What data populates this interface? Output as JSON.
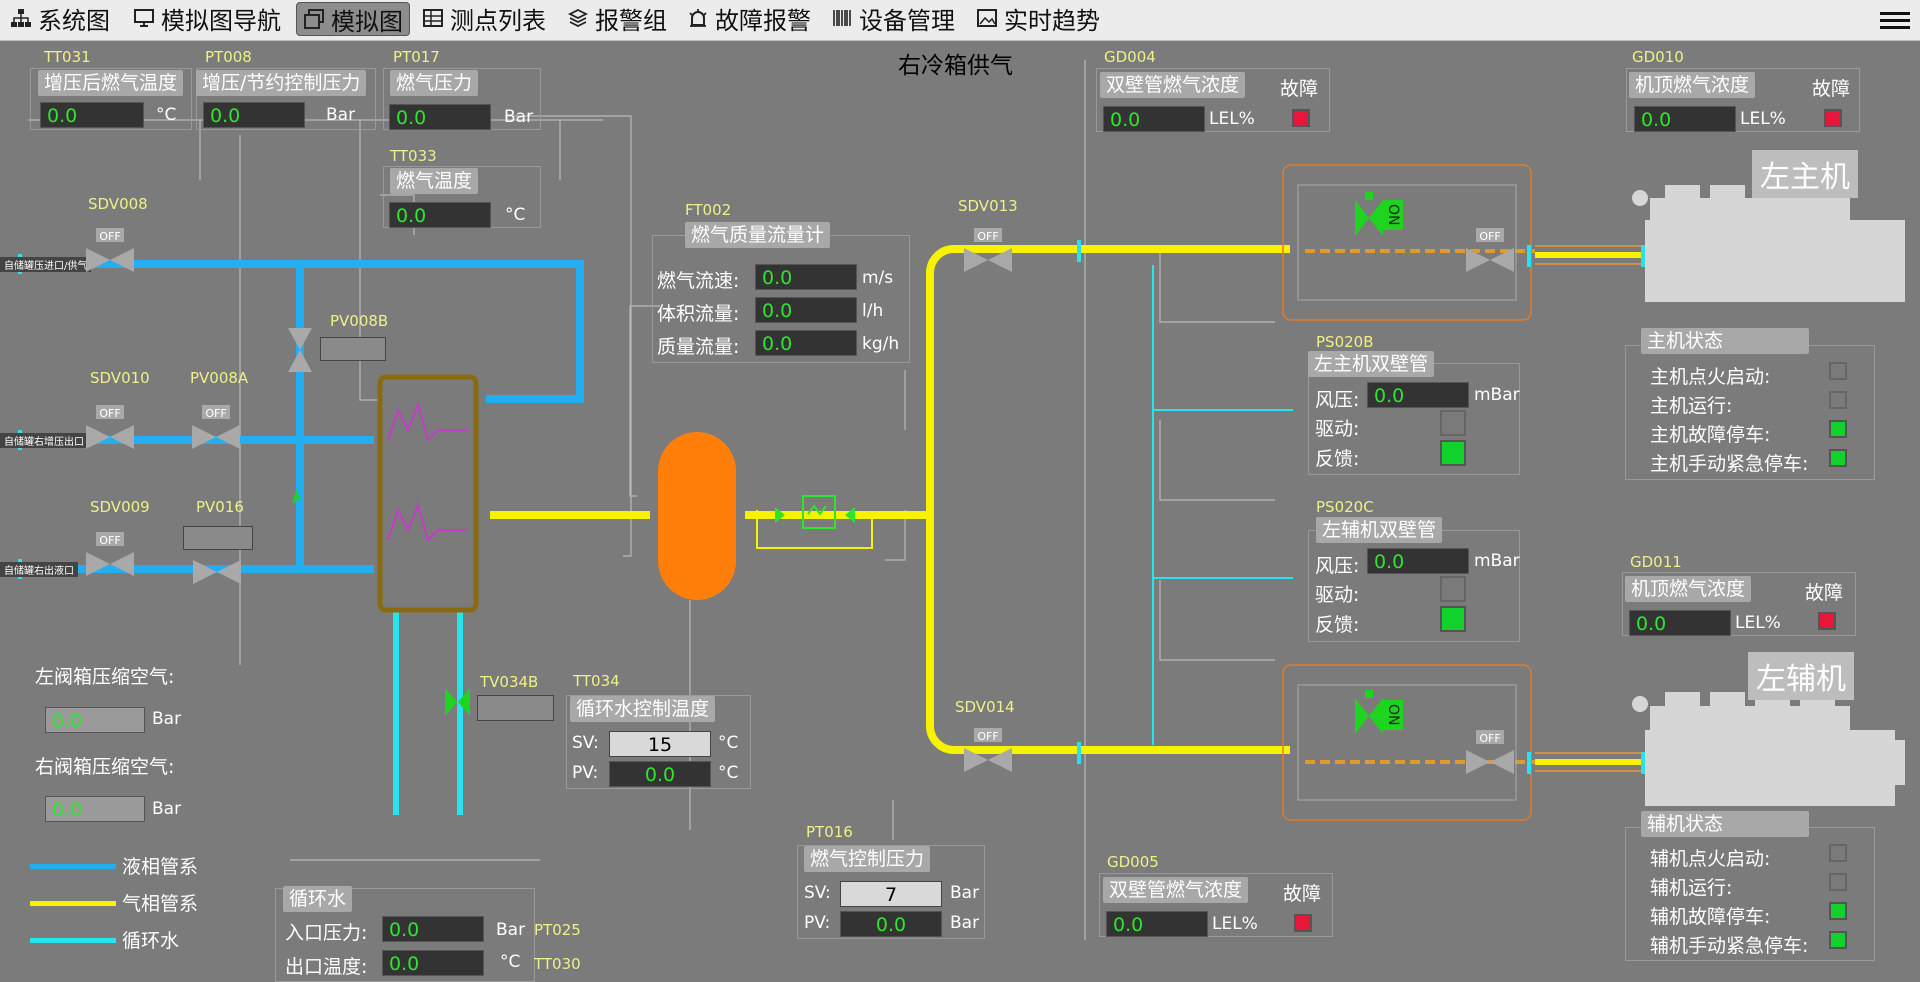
{
  "nav": {
    "items": [
      {
        "label": "系统图",
        "icon": "hierarchy-icon"
      },
      {
        "label": "模拟图导航",
        "icon": "monitor-icon"
      },
      {
        "label": "模拟图",
        "icon": "windows-icon",
        "active": true
      },
      {
        "label": "测点列表",
        "icon": "table-icon"
      },
      {
        "label": "报警组",
        "icon": "layers-icon"
      },
      {
        "label": "故障报警",
        "icon": "alarm-icon"
      },
      {
        "label": "设备管理",
        "icon": "barcode-icon"
      },
      {
        "label": "实时趋势",
        "icon": "image-icon"
      }
    ]
  },
  "page_title": "右冷箱供气",
  "instruments": {
    "tt031": {
      "tag": "TT031",
      "label": "增压后燃气温度",
      "value": "0.0",
      "unit": "°C"
    },
    "pt008": {
      "tag": "PT008",
      "label": "增压/节约控制压力",
      "value": "0.0",
      "unit": "Bar"
    },
    "pt017": {
      "tag": "PT017",
      "label": "燃气压力",
      "value": "0.0",
      "unit": "Bar"
    },
    "tt033": {
      "tag": "TT033",
      "label": "燃气温度",
      "value": "0.0",
      "unit": "°C"
    },
    "ft002": {
      "tag": "FT002",
      "label": "燃气质量流量计",
      "rows": [
        {
          "label": "燃气流速:",
          "value": "0.0",
          "unit": "m/s"
        },
        {
          "label": "体积流量:",
          "value": "0.0",
          "unit": "l/h"
        },
        {
          "label": "质量流量:",
          "value": "0.0",
          "unit": "kg/h"
        }
      ]
    },
    "tt034": {
      "tag": "TT034",
      "label": "循环水控制温度",
      "sv_label": "SV:",
      "sv": "15",
      "pv_label": "PV:",
      "pv": "0.0",
      "unit": "°C"
    },
    "pt016": {
      "tag": "PT016",
      "label": "燃气控制压力",
      "sv_label": "SV:",
      "sv": "7",
      "pv_label": "PV:",
      "pv": "0.0",
      "unit": "Bar"
    },
    "circ": {
      "label": "循环水",
      "rows": [
        {
          "label": "入口压力:",
          "value": "0.0",
          "unit": "Bar",
          "tag": "PT025"
        },
        {
          "label": "出口温度:",
          "value": "0.0",
          "unit": "°C",
          "tag": "TT030"
        }
      ]
    },
    "gd004": {
      "tag": "GD004",
      "label": "双壁管燃气浓度",
      "fault": "故障",
      "value": "0.0",
      "unit": "LEL%"
    },
    "gd010": {
      "tag": "GD010",
      "label": "机顶燃气浓度",
      "fault": "故障",
      "value": "0.0",
      "unit": "LEL%"
    },
    "gd011": {
      "tag": "GD011",
      "label": "机顶燃气浓度",
      "fault": "故障",
      "value": "0.0",
      "unit": "LEL%"
    },
    "gd005": {
      "tag": "GD005",
      "label": "双壁管燃气浓度",
      "fault": "故障",
      "value": "0.0",
      "unit": "LEL%"
    },
    "ps020b": {
      "tag": "PS020B",
      "label": "左主机双壁管",
      "press_label": "风压:",
      "value": "0.0",
      "unit": "mBar",
      "drive": "驱动:",
      "feedback": "反馈:"
    },
    "ps020c": {
      "tag": "PS020C",
      "label": "左辅机双壁管",
      "press_label": "风压:",
      "value": "0.0",
      "unit": "mBar",
      "drive": "驱动:",
      "feedback": "反馈:"
    }
  },
  "valves": {
    "sdv008": {
      "tag": "SDV008",
      "state": "OFF"
    },
    "sdv010": {
      "tag": "SDV010",
      "state": "OFF"
    },
    "sdv009": {
      "tag": "SDV009",
      "state": "OFF"
    },
    "pv008a": {
      "tag": "PV008A",
      "state": "OFF"
    },
    "pv016": {
      "tag": "PV016"
    },
    "pv008b": {
      "tag": "PV008B"
    },
    "tv034b": {
      "tag": "TV034B"
    },
    "sdv013": {
      "tag": "SDV013",
      "state": "OFF"
    },
    "sdv014": {
      "tag": "SDV014",
      "state": "OFF"
    },
    "main_on": "ON",
    "main_off": "OFF",
    "aux_on": "ON",
    "aux_off": "OFF"
  },
  "inlets": {
    "a": "自储罐压进口/供气",
    "b": "自储罐右增压出口",
    "c": "自储罐右出液口"
  },
  "air": {
    "left_label": "左阀箱压缩空气:",
    "left_value": "0.0",
    "left_unit": "Bar",
    "right_label": "右阀箱压缩空气:",
    "right_value": "0.0",
    "right_unit": "Bar"
  },
  "legend": [
    {
      "label": "液相管系",
      "color": "#22aef0"
    },
    {
      "label": "气相管系",
      "color": "#f6f200"
    },
    {
      "label": "循环水",
      "color": "#27e3ee"
    }
  ],
  "main_engine": {
    "name": "左主机",
    "status_title": "主机状态",
    "items": [
      {
        "label": "主机点火启动:",
        "state": "gray"
      },
      {
        "label": "主机运行:",
        "state": "gray"
      },
      {
        "label": "主机故障停车:",
        "state": "green"
      },
      {
        "label": "主机手动紧急停车:",
        "state": "green"
      }
    ]
  },
  "aux_engine": {
    "name": "左辅机",
    "status_title": "辅机状态",
    "items": [
      {
        "label": "辅机点火启动:",
        "state": "gray"
      },
      {
        "label": "辅机运行:",
        "state": "gray"
      },
      {
        "label": "辅机故障停车:",
        "state": "green"
      },
      {
        "label": "辅机手动紧急停车:",
        "state": "green"
      }
    ]
  },
  "colors": {
    "liquid": "#22aef0",
    "gas": "#f6f200",
    "water": "#27e3ee",
    "tank": "#ff7f0a",
    "heater": "#8a6a10",
    "alarm": "#e8173a",
    "ok": "#12d12c"
  }
}
